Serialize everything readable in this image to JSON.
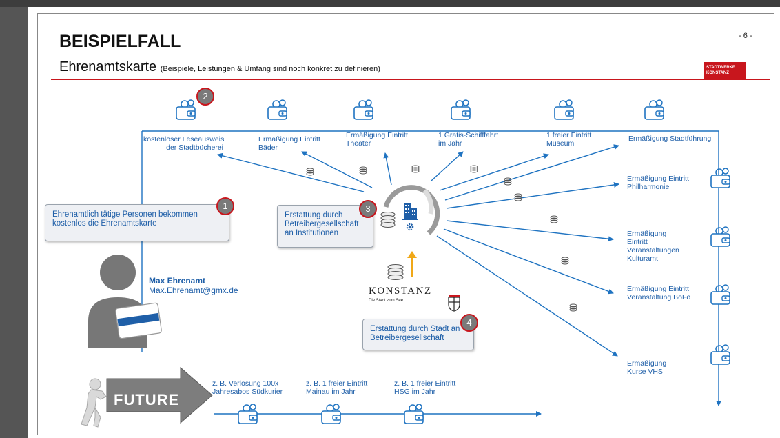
{
  "slide": {
    "title": "BEISPIELFALL",
    "subtitle": "Ehrenamtskarte",
    "subtitle_note": "(Beispiele, Leistungen & Umfang sind noch konkret zu definieren)",
    "page_number": "- 6 -",
    "logo_line1": "STADTWERKE",
    "logo_line2": "KONSTANZ"
  },
  "benefits_top": [
    {
      "line1": "kostenloser Leseausweis",
      "line2": "der Stadtbücherei"
    },
    {
      "line1": "Ermäßigung Eintritt",
      "line2": "Bäder"
    },
    {
      "line1": "Ermäßigung Eintritt",
      "line2": "Theater"
    },
    {
      "line1": "1 Gratis-Schifffahrt",
      "line2": "im Jahr"
    },
    {
      "line1": "1 freier Eintritt",
      "line2": "Museum"
    },
    {
      "line1": "Ermäßigung Stadtführung",
      "line2": ""
    }
  ],
  "benefits_right": [
    {
      "lines": [
        "Ermäßigung Eintritt",
        "Philharmonie"
      ]
    },
    {
      "lines": [
        "Ermäßigung",
        "Eintritt",
        "Veranstaltungen",
        "Kulturamt"
      ]
    },
    {
      "lines": [
        "Ermäßigung Eintritt",
        "Veranstaltung BoFo"
      ]
    },
    {
      "lines": [
        "Ermäßigung",
        "Kurse VHS"
      ]
    }
  ],
  "benefits_bottom": [
    {
      "line1": "z. B. Verlosung 100x",
      "line2": "Jahresabos Südkurier"
    },
    {
      "line1": "z. B. 1 freier Eintritt",
      "line2": "Mainau im Jahr"
    },
    {
      "line1": "z. B. 1 freier Eintritt",
      "line2": "HSG im Jahr"
    }
  ],
  "steps": [
    {
      "number": "1",
      "line1": "Ehrenamtlich tätige Personen bekommen",
      "line2": "kostenlos die Ehrenamtskarte",
      "line3": ""
    },
    {
      "number": "2"
    },
    {
      "number": "3",
      "line1": "Erstattung durch",
      "line2": "Betreibergesellschaft",
      "line3": "an Institutionen"
    },
    {
      "number": "4",
      "line1": "Erstattung durch Stadt an",
      "line2": "Betreibergesellschaft",
      "line3": ""
    }
  ],
  "person": {
    "name": "Max Ehrenamt",
    "email": "Max.Ehrenamt@gmx.de"
  },
  "city": {
    "name": "KONSTANZ",
    "tagline": "Die Stadt zum See"
  },
  "future_label": "FUTURE",
  "colors": {
    "accent_red": "#c8161d",
    "flow_blue": "#1f73c1",
    "text_blue": "#1f5fa8",
    "box_fill": "#eef0f4"
  },
  "icons": [
    "wallet-icon",
    "coins-icon",
    "building-icon",
    "gear-icon",
    "person-icon",
    "card-icon",
    "city-crest-icon",
    "future-arrow-icon"
  ]
}
